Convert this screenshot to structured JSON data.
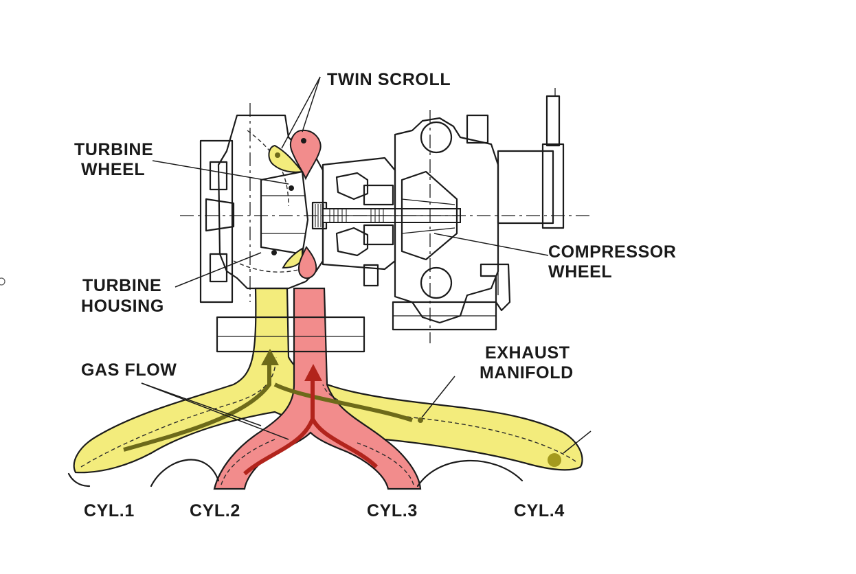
{
  "labels": {
    "twin_scroll": "TWIN SCROLL",
    "turbine_wheel": [
      "TURBINE",
      "WHEEL"
    ],
    "turbine_housing": [
      "TURBINE",
      "HOUSING"
    ],
    "compressor_wheel": [
      "COMPRESSOR",
      "WHEEL"
    ],
    "gas_flow": "GAS FLOW",
    "exhaust_manifold": [
      "EXHAUST",
      "MANIFOLD"
    ],
    "cyl1": "CYL.1",
    "cyl2": "CYL.2",
    "cyl3": "CYL.3",
    "cyl4": "CYL.4"
  },
  "colors": {
    "scroll_yellow": "#f3ec7c",
    "scroll_red": "#f28c8c",
    "flow_arrow_yellow": "#6d6a1a",
    "flow_arrow_red": "#b2241c",
    "ink": "#1b1b1b"
  }
}
